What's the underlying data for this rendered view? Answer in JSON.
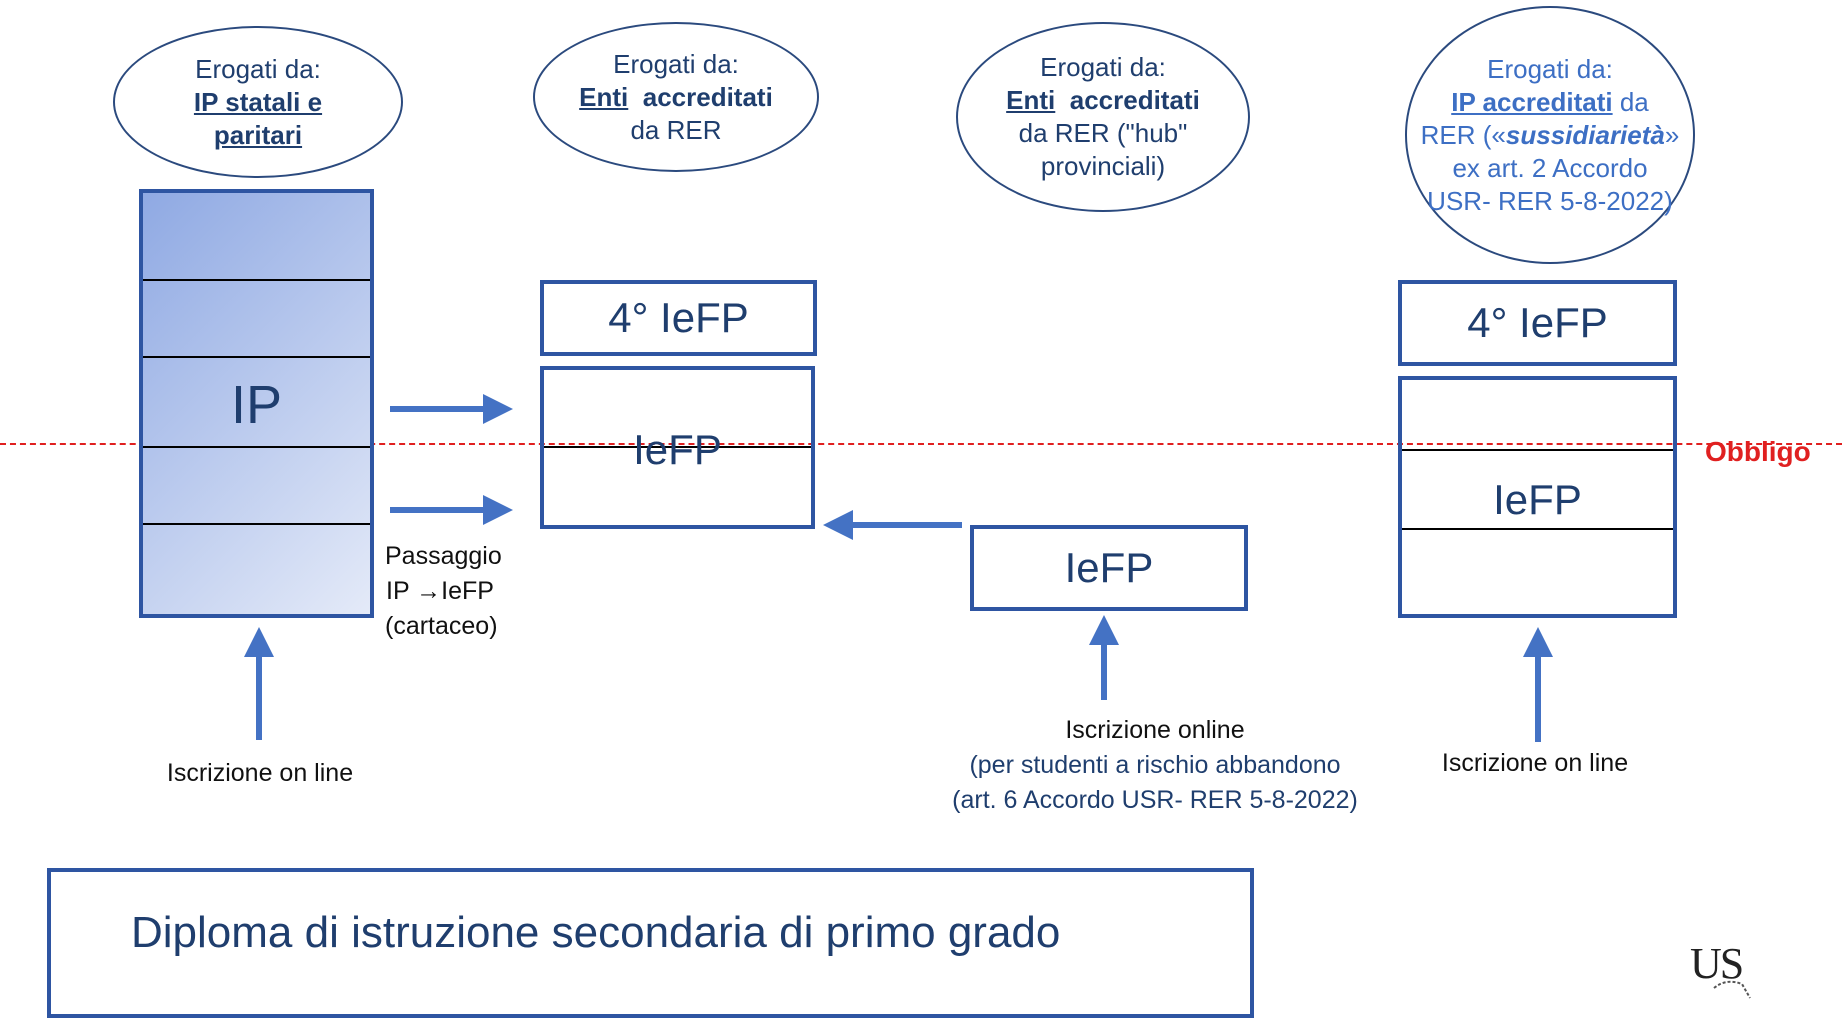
{
  "ovals": {
    "ip": {
      "head": "Erogati da:",
      "l1": "IP statali e",
      "l2": "paritari"
    },
    "enti": {
      "head": "Erogati da:",
      "l1a": "Enti",
      "l1b": "accreditati",
      "l2": "da RER"
    },
    "hub": {
      "head": "Erogati da:",
      "l1a": "Enti",
      "l1b": "accreditati",
      "l2": "da RER (\"hub\"",
      "l3": "provinciali)"
    },
    "sussid": {
      "head": "Erogati da:",
      "l1a": "IP accreditati",
      "l1b": "da",
      "l2a": "RER («",
      "l2b": "sussidiarietà",
      "l2c": "»",
      "l3": "ex art. 2 Accordo",
      "l4": "USR- RER   5-8-2022)"
    }
  },
  "blocks": {
    "ip_label": "IP",
    "iefp_quarto_1": "4° IeFP",
    "iefp_1": "IeFP",
    "iefp_hub": "IeFP",
    "iefp_quarto_2": "4° IeFP",
    "iefp_2": "IeFP"
  },
  "passaggio": {
    "l1": "Passaggio",
    "l2": "IP →IeFP",
    "l3": "(cartaceo)"
  },
  "captions": {
    "ip": "Iscrizione on line",
    "hub_l1": "Iscrizione online",
    "hub_l2": "(per studenti a rischio abbandono",
    "hub_l3": "(art. 6 Accordo USR- RER 5-8-2022)",
    "sussid": "Iscrizione on line"
  },
  "obbligo_label": "Obbligo",
  "diploma": "Diploma di istruzione secondaria di primo grado",
  "logo_text": "US",
  "colors": {
    "box_border": "#2e55a2",
    "arrow": "#4472c4",
    "obbligo": "#e02020",
    "gradient_start": "#8fa9e3",
    "gradient_end": "#e4eaf8"
  }
}
